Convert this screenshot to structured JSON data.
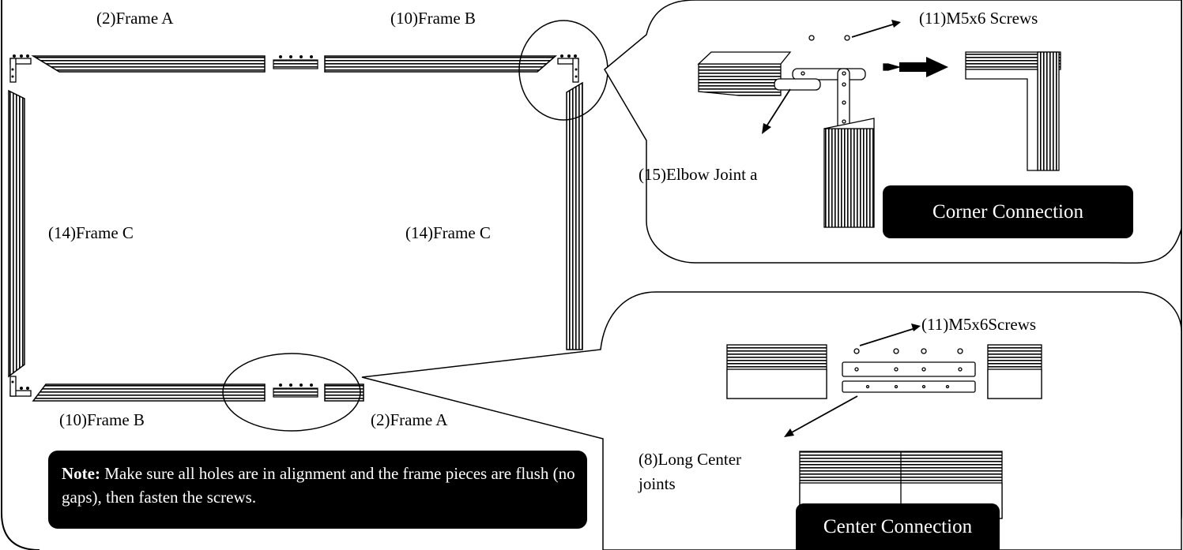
{
  "main_frame": {
    "top_left_label": "(2)Frame A",
    "top_right_label": "(10)Frame B",
    "left_label": "(14)Frame C",
    "right_label": "(14)Frame C",
    "bottom_left_label": "(10)Frame B",
    "bottom_right_label": "(2)Frame A"
  },
  "corner_detail": {
    "screws_label": "(11)M5x6 Screws",
    "elbow_label": "(15)Elbow Joint a",
    "badge": "Corner Connection"
  },
  "center_detail": {
    "screws_label": "(11)M5x6Screws",
    "joint_label_line1": "(8)Long Center",
    "joint_label_line2": "joints",
    "badge": "Center Connection"
  },
  "note": {
    "prefix": "Note:",
    "text": "Make sure all holes are in alignment and the frame pieces are flush (no gaps), then fasten the screws."
  },
  "colors": {
    "ink": "#000000",
    "paper": "#ffffff",
    "badge_bg": "#000000",
    "badge_text": "#ffffff"
  }
}
